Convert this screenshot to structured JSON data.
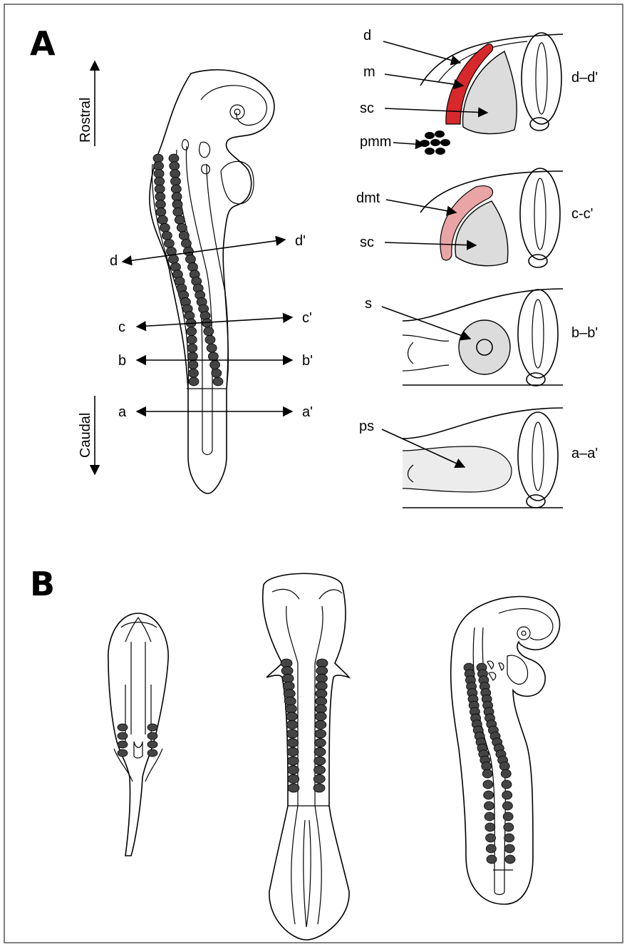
{
  "panels": {
    "A": {
      "letter": "A"
    },
    "B": {
      "letter": "B"
    }
  },
  "axis": {
    "rostral": "Rostral",
    "caudal": "Caudal"
  },
  "section_letters": {
    "d": "d",
    "d_prime": "d'",
    "c": "c",
    "c_prime": "c'",
    "b": "b",
    "b_prime": "b'",
    "a": "a",
    "a_prime": "a'"
  },
  "sections": {
    "dd": {
      "label": "d–d'",
      "tags": {
        "d": "d",
        "m": "m",
        "sc": "sc",
        "pmm": "pmm"
      }
    },
    "cc": {
      "label": "c-c'",
      "tags": {
        "dmt": "dmt",
        "sc": "sc"
      }
    },
    "bb": {
      "label": "b–b'",
      "tags": {
        "s": "s"
      }
    },
    "aa": {
      "label": "a–a'",
      "tags": {
        "ps": "ps"
      }
    }
  },
  "colors": {
    "dermomyotome_red": "#d7282b",
    "dermomyotome_pink": "#e9a4a6",
    "sclerotome_gray": "#dcdcdc",
    "presomitic_gray": "#ececec",
    "somite_fill": "#444444"
  }
}
